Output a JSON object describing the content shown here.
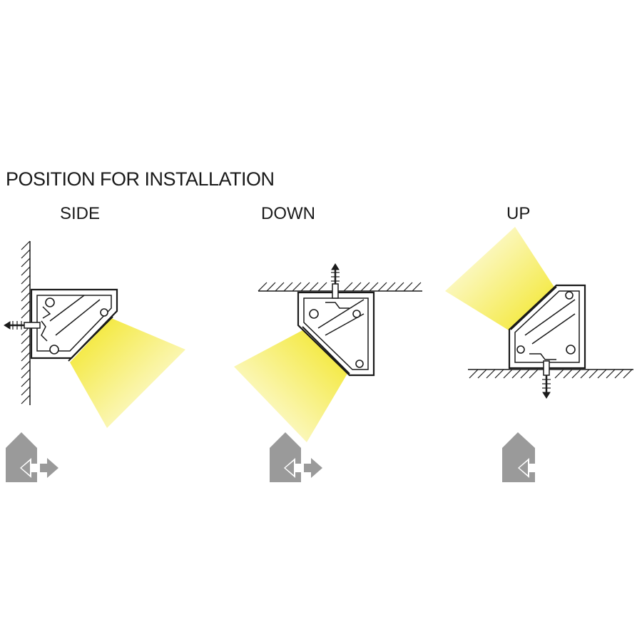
{
  "heading": "POSITION FOR INSTALLATION",
  "positions": [
    {
      "label": "SIDE",
      "indoor_icon": "house-double-arrow-icon"
    },
    {
      "label": "DOWN",
      "indoor_icon": "house-double-arrow-icon"
    },
    {
      "label": "UP",
      "indoor_icon": "house-single-arrow-icon"
    }
  ],
  "colors": {
    "light": "#f2e51e",
    "profile_stroke": "#1a1a1a",
    "icon": "#9a9a9a"
  }
}
